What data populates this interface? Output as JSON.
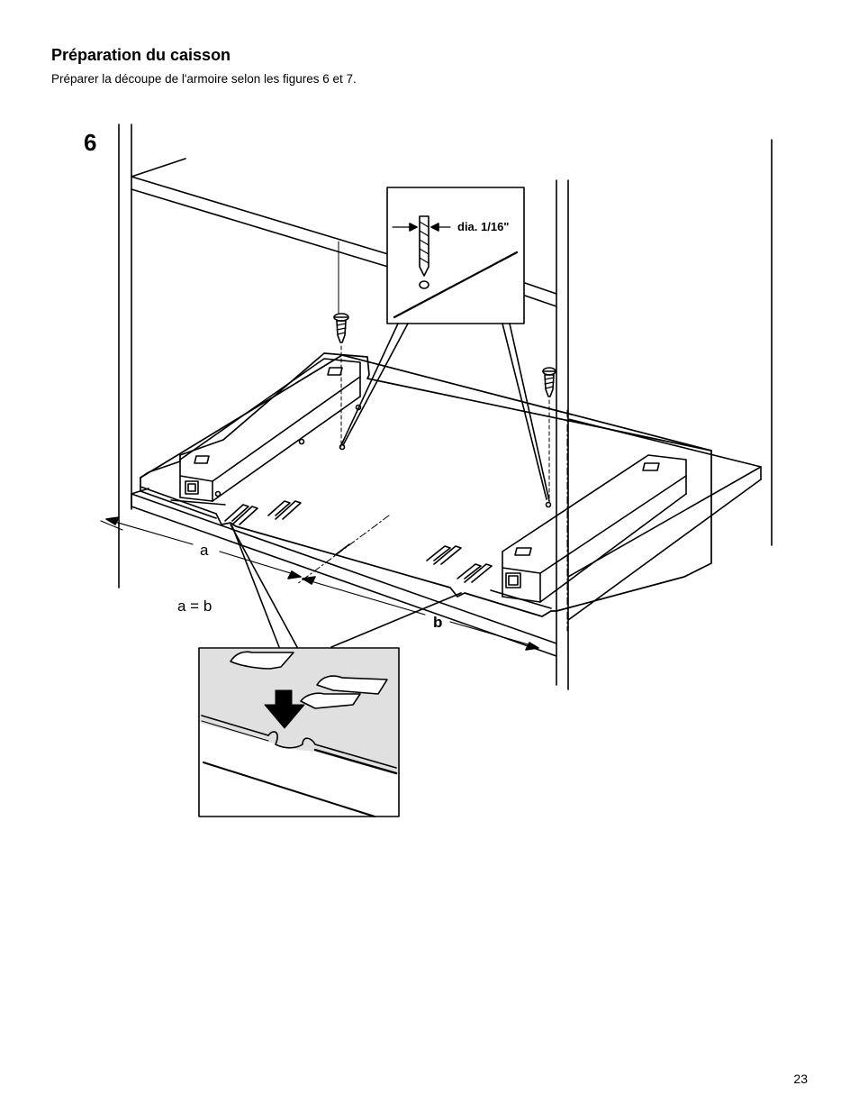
{
  "header": {
    "title": "Préparation du caisson",
    "instruction": "Préparer la découpe de l'armoire selon les figures 6 et 7."
  },
  "figure": {
    "number": "6",
    "drill_label": "dia. 1/16\"",
    "dimension_a": "a",
    "dimension_b": "b",
    "equation": "a = b"
  },
  "footer": {
    "page_number": "23"
  }
}
